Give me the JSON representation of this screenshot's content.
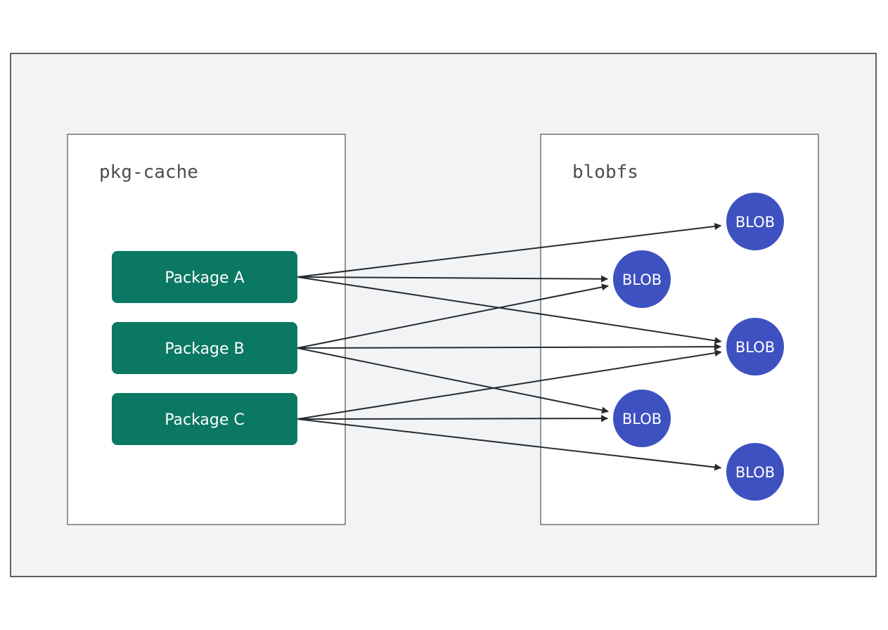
{
  "colors": {
    "outer_bg": "#f1f3f5",
    "border": "#2b3035",
    "package": "#0b7863",
    "blob": "#3e51c0",
    "arrow": "#262b30"
  },
  "containers": {
    "left_label": "pkg-cache",
    "right_label": "blobfs"
  },
  "packages": [
    {
      "id": "A",
      "label": "Package A"
    },
    {
      "id": "B",
      "label": "Package B"
    },
    {
      "id": "C",
      "label": "Package C"
    }
  ],
  "blobs": [
    {
      "id": "b1",
      "label": "BLOB"
    },
    {
      "id": "b2",
      "label": "BLOB"
    },
    {
      "id": "b3",
      "label": "BLOB"
    },
    {
      "id": "b4",
      "label": "BLOB"
    },
    {
      "id": "b5",
      "label": "BLOB"
    }
  ],
  "edges": [
    {
      "from": "A",
      "to": "b1"
    },
    {
      "from": "A",
      "to": "b2"
    },
    {
      "from": "A",
      "to": "b3"
    },
    {
      "from": "B",
      "to": "b2"
    },
    {
      "from": "B",
      "to": "b3"
    },
    {
      "from": "B",
      "to": "b4"
    },
    {
      "from": "C",
      "to": "b3"
    },
    {
      "from": "C",
      "to": "b4"
    },
    {
      "from": "C",
      "to": "b5"
    }
  ]
}
